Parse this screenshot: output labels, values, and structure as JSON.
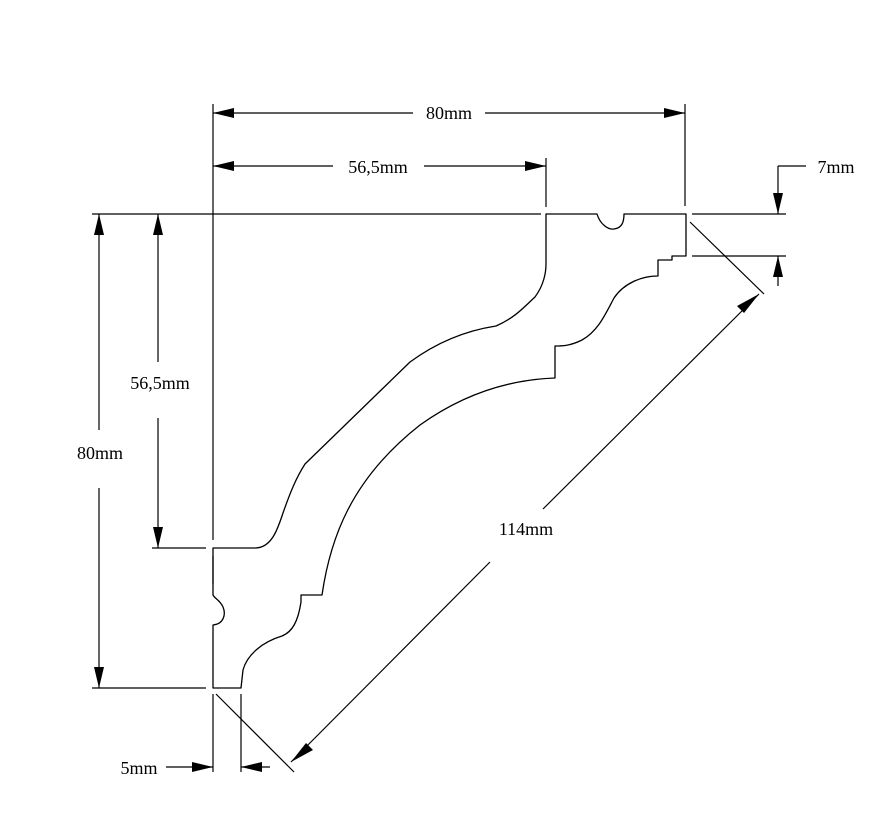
{
  "diagram": {
    "type": "technical-drawing",
    "subject": "cornice moulding profile",
    "dimensions": {
      "top_overall": "80mm",
      "top_inner": "56,5mm",
      "left_overall": "80mm",
      "left_inner": "56,5mm",
      "diagonal": "114mm",
      "top_right_step": "7mm",
      "bottom_left_step": "5mm"
    }
  }
}
